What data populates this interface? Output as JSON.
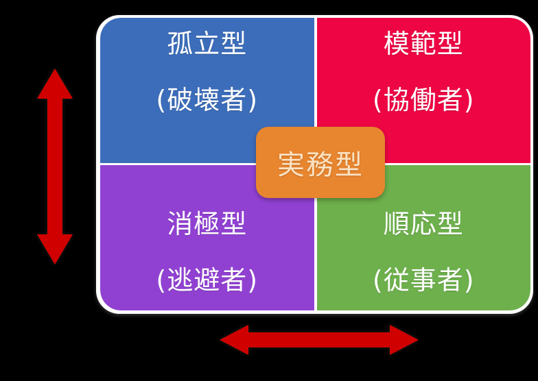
{
  "figure": {
    "title": "",
    "background_color": "#000000",
    "card_color": "#ffffff"
  },
  "matrix": {
    "quadrants": [
      {
        "position": "top-left",
        "primary": "孤立型",
        "secondary": "(破壊者)",
        "color": "#3c6dba",
        "text_color": "#ffffff"
      },
      {
        "position": "top-right",
        "primary": "模範型",
        "secondary": "(協働者)",
        "color": "#ee0544",
        "text_color": "#ffffff"
      },
      {
        "position": "bottom-left",
        "primary": "消極型",
        "secondary": "(逃避者)",
        "color": "#9141d2",
        "text_color": "#ffffff"
      },
      {
        "position": "bottom-right",
        "primary": "順応型",
        "secondary": "(従事者)",
        "color": "#6db04c",
        "text_color": "#ffffff"
      }
    ]
  },
  "center_badge": {
    "label": "実務型",
    "color": "#e8852f",
    "text_color": "#fbe3c4"
  },
  "axes": {
    "vertical_arrow": {
      "icon": "double-headed-arrow-vertical",
      "label": "",
      "color": "#d10000"
    },
    "horizontal_arrow": {
      "icon": "double-headed-arrow-horizontal",
      "label": "",
      "color": "#d10000"
    }
  }
}
